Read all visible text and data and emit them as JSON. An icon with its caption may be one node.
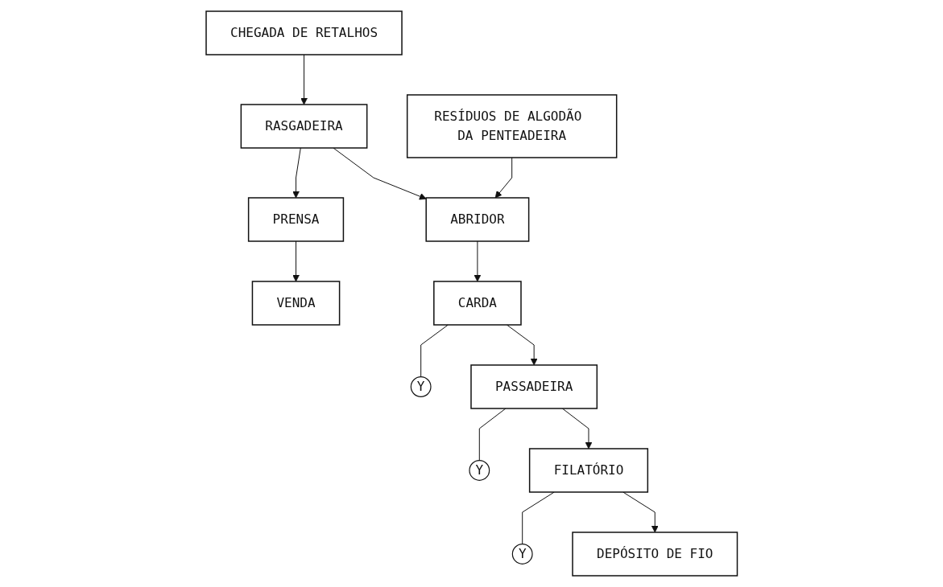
{
  "diagram": {
    "nodes": [
      {
        "text": [
          "CHEGADA DE RETALHOS"
        ]
      },
      {
        "text": [
          "RASGADEIRA"
        ]
      },
      {
        "text": [
          "PRENSA"
        ]
      },
      {
        "text": [
          "VENDA"
        ]
      },
      {
        "text": [
          "RESÍDUOS DE ALGODÃO DA PENTEADEIRA"
        ]
      },
      {
        "text": [
          "ABRIDOR"
        ]
      },
      {
        "text": [
          "CARDA"
        ]
      },
      {
        "text": [
          "Y"
        ]
      },
      {
        "text": [
          "PASSADEIRA"
        ]
      },
      {
        "text": [
          "Y"
        ]
      },
      {
        "text": [
          "FILATÓRIO"
        ]
      },
      {
        "text": [
          "Y"
        ]
      },
      {
        "text": [
          "DEPÓSITO DE FIO"
        ]
      }
    ],
    "edges": [
      {
        "from": 0,
        "to": 1,
        "arrow": "to"
      },
      {
        "from": 1,
        "to": 2,
        "arrow": "to"
      },
      {
        "from": 2,
        "to": 3,
        "arrow": "to"
      },
      {
        "from": 1,
        "to": 5,
        "arrow": "to"
      },
      {
        "from": 4,
        "to": 5,
        "arrow": "to"
      },
      {
        "from": 5,
        "to": 6,
        "arrow": "to"
      },
      {
        "from": 6,
        "to": 7,
        "arrow": "none"
      },
      {
        "from": 6,
        "to": 8,
        "arrow": "to"
      },
      {
        "from": 8,
        "to": 9,
        "arrow": "none"
      },
      {
        "from": 8,
        "to": 10,
        "arrow": "to"
      },
      {
        "from": 10,
        "to": 11,
        "arrow": "none"
      },
      {
        "from": 10,
        "to": 12,
        "arrow": "to"
      }
    ]
  }
}
